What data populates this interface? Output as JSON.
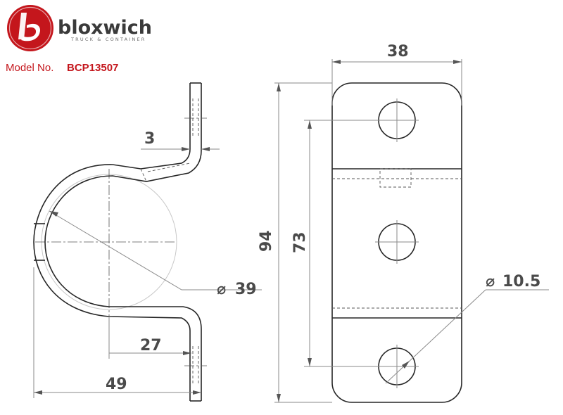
{
  "logo": {
    "brand": "bloxwich",
    "tagline": "TRUCK & CONTAINER",
    "brand_color": "#c4161c"
  },
  "model": {
    "label": "Model No.",
    "number": "BCP13507"
  },
  "dimensions": {
    "thickness": "3",
    "inner_diameter": "39",
    "half_width": "27",
    "overall_depth": "49",
    "plate_width": "38",
    "plate_length": "94",
    "hole_pitch": "73",
    "hole_diameter": "10.5"
  },
  "symbols": {
    "diameter": "⌀"
  }
}
